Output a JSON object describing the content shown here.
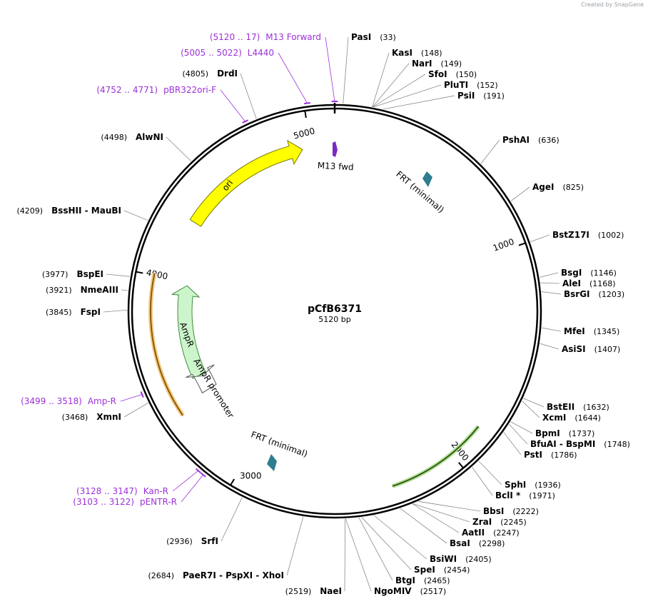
{
  "header": {
    "created_by": "Created by",
    "brand": "SnapGene"
  },
  "plasmid": {
    "name": "pCfB6371",
    "length_label": "5120 bp",
    "length": 5120
  },
  "ticks": [
    {
      "label": "1000",
      "pos": 1000
    },
    {
      "label": "2000",
      "pos": 2000
    },
    {
      "label": "3000",
      "pos": 3000
    },
    {
      "label": "4000",
      "pos": 4000
    },
    {
      "label": "5000",
      "pos": 5000
    }
  ],
  "enzymes": [
    {
      "name": "PasI",
      "pos_label": "(33)",
      "pos": 33
    },
    {
      "name": "KasI",
      "pos_label": "(148)",
      "pos": 148
    },
    {
      "name": "NarI",
      "pos_label": "(149)",
      "pos": 149
    },
    {
      "name": "SfoI",
      "pos_label": "(150)",
      "pos": 150
    },
    {
      "name": "PluTI",
      "pos_label": "(152)",
      "pos": 152
    },
    {
      "name": "PsiI",
      "pos_label": "(191)",
      "pos": 191
    },
    {
      "name": "PshAI",
      "pos_label": "(636)",
      "pos": 636
    },
    {
      "name": "AgeI",
      "pos_label": "(825)",
      "pos": 825
    },
    {
      "name": "BstZ17I",
      "pos_label": "(1002)",
      "pos": 1002
    },
    {
      "name": "BsgI",
      "pos_label": "(1146)",
      "pos": 1146
    },
    {
      "name": "AleI",
      "pos_label": "(1168)",
      "pos": 1168
    },
    {
      "name": "BsrGI",
      "pos_label": "(1203)",
      "pos": 1203
    },
    {
      "name": "MfeI",
      "pos_label": "(1345)",
      "pos": 1345
    },
    {
      "name": "AsiSI",
      "pos_label": "(1407)",
      "pos": 1407
    },
    {
      "name": "BstEII",
      "pos_label": "(1632)",
      "pos": 1632
    },
    {
      "name": "XcmI",
      "pos_label": "(1644)",
      "pos": 1644
    },
    {
      "name": "BpmI",
      "pos_label": "(1737)",
      "pos": 1737
    },
    {
      "name": "BfuAI - BspMI",
      "pos_label": "(1748)",
      "pos": 1748
    },
    {
      "name": "PstI",
      "pos_label": "(1786)",
      "pos": 1786
    },
    {
      "name": "SphI",
      "pos_label": "(1936)",
      "pos": 1936
    },
    {
      "name": "BclI *",
      "pos_label": "(1971)",
      "pos": 1971
    },
    {
      "name": "BbsI",
      "pos_label": "(2222)",
      "pos": 2222
    },
    {
      "name": "ZraI",
      "pos_label": "(2245)",
      "pos": 2245
    },
    {
      "name": "AatII",
      "pos_label": "(2247)",
      "pos": 2247
    },
    {
      "name": "BsaI",
      "pos_label": "(2298)",
      "pos": 2298
    },
    {
      "name": "BsiWI",
      "pos_label": "(2405)",
      "pos": 2405
    },
    {
      "name": "SpeI",
      "pos_label": "(2454)",
      "pos": 2454
    },
    {
      "name": "BtgI",
      "pos_label": "(2465)",
      "pos": 2465
    },
    {
      "name": "NgoMIV",
      "pos_label": "(2517)",
      "pos": 2517
    },
    {
      "name": "NaeI",
      "pos_label": "(2519)",
      "pos": 2519
    },
    {
      "name": "PaeR7I - PspXI - XhoI",
      "pos_label": "(2684)",
      "pos": 2684
    },
    {
      "name": "SrfI",
      "pos_label": "(2936)",
      "pos": 2936
    },
    {
      "name": "XmnI",
      "pos_label": "(3468)",
      "pos": 3468
    },
    {
      "name": "FspI",
      "pos_label": "(3845)",
      "pos": 3845
    },
    {
      "name": "NmeAIII",
      "pos_label": "(3921)",
      "pos": 3921
    },
    {
      "name": "BspEI",
      "pos_label": "(3977)",
      "pos": 3977
    },
    {
      "name": "BssHII - MauBI",
      "pos_label": "(4209)",
      "pos": 4209
    },
    {
      "name": "AlwNI",
      "pos_label": "(4498)",
      "pos": 4498
    },
    {
      "name": "DrdI",
      "pos_label": "(4805)",
      "pos": 4805
    }
  ],
  "primers": [
    {
      "name": "M13 Forward",
      "range": "(5120 .. 17)",
      "pos": 5120
    },
    {
      "name": "L4440",
      "range": "(5005 .. 5022)",
      "pos": 5013
    },
    {
      "name": "pBR322ori-F",
      "range": "(4752 .. 4771)",
      "pos": 4761
    },
    {
      "name": "Amp-R",
      "range": "(3499 .. 3518)",
      "pos": 3508
    },
    {
      "name": "Kan-R",
      "range": "(3128 .. 3147)",
      "pos": 3137
    },
    {
      "name": "pENTR-R",
      "range": "(3103 .. 3122)",
      "pos": 3112
    }
  ],
  "features": [
    {
      "name": "M13 fwd",
      "type": "primer_bind",
      "color": "#7a2bc2"
    },
    {
      "name": "FRT (minimal)",
      "type": "misc",
      "color": "#2f7d8f"
    },
    {
      "name": "FRT (minimal)",
      "type": "misc",
      "color": "#2f7d8f"
    },
    {
      "name": "ori",
      "type": "rep_origin",
      "color": "#ffff00"
    },
    {
      "name": "AmpR",
      "type": "CDS",
      "color": "#ccf5cc"
    },
    {
      "name": "AmpR promoter",
      "type": "promoter",
      "color": "#ffffff"
    },
    {
      "name": "",
      "type": "orange_arc",
      "color": "#e69a28"
    },
    {
      "name": "",
      "type": "green_arc",
      "color": "#3a8a1a"
    }
  ]
}
